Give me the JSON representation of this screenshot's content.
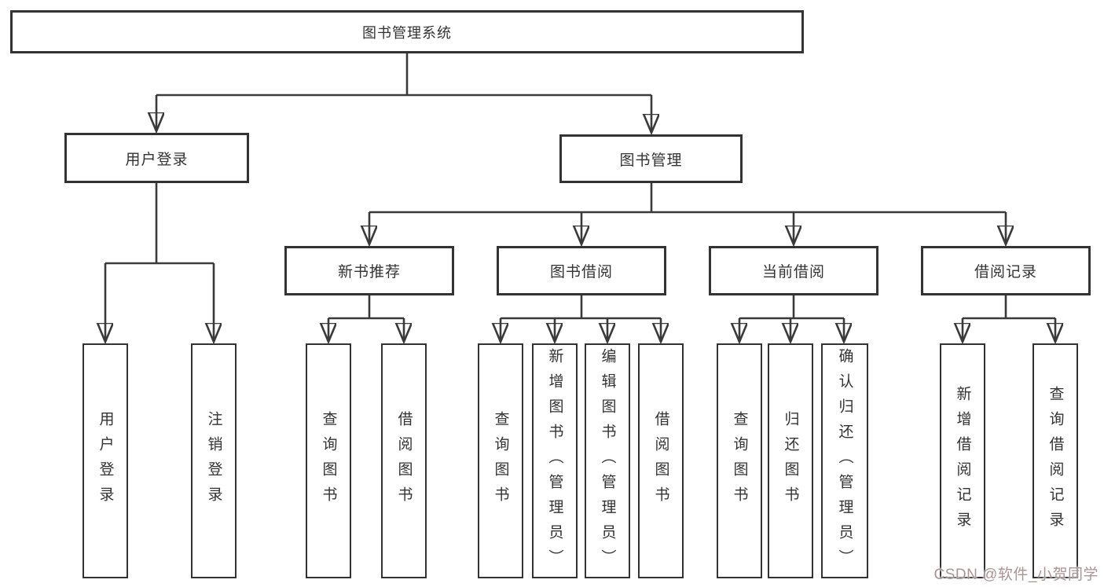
{
  "title": "图书管理系统",
  "watermark": "CSDN @软件_小贺同学",
  "colors": {
    "line": "#3a3a3a",
    "box_border": "#333333",
    "text": "#333333",
    "watermark": "#ab9494",
    "background": "#ffffff"
  },
  "tree": {
    "root": "图书管理系统",
    "children": [
      {
        "label": "用户登录",
        "children": [
          "用户登录",
          "注销登录"
        ]
      },
      {
        "label": "图书管理",
        "children": [
          {
            "label": "新书推荐",
            "children": [
              "查询图书",
              "借阅图书"
            ]
          },
          {
            "label": "图书借阅",
            "children": [
              "查询图书",
              "新增图书（管理员）",
              "编辑图书（管理员）",
              "借阅图书"
            ]
          },
          {
            "label": "当前借阅",
            "children": [
              "查询图书",
              "归还图书",
              "确认归还（管理员）"
            ]
          },
          {
            "label": "借阅记录",
            "children": [
              "新增借阅记录",
              "查询借阅记录"
            ]
          }
        ]
      }
    ]
  }
}
